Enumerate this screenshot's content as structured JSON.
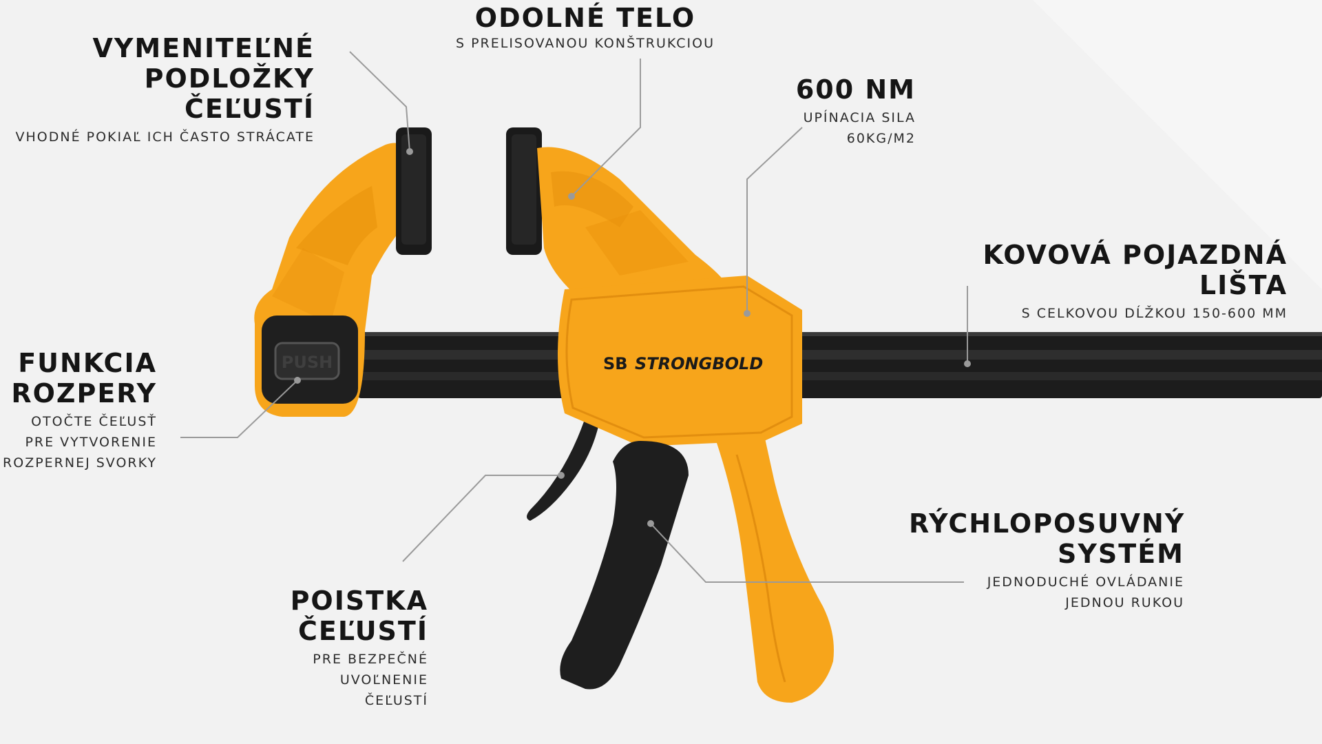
{
  "colors": {
    "background": "#f6f6f6",
    "tool_orange": "#f7a51b",
    "tool_black": "#1f1f1f",
    "leader_lines": "#9a9a9a",
    "text": "#151515"
  },
  "brand": {
    "logo_text": "STRONGBOLD",
    "logo_mark": "SB",
    "button_text": "PUSH"
  },
  "callouts": {
    "pads": {
      "title": "VYMENITEĽNÉ\nPODLOŽKY ČEĽUSTÍ",
      "sub": "VHODNÉ POKIAĽ ICH ČASTO STRÁCATE"
    },
    "body": {
      "title": "ODOLNÉ TELO",
      "sub": "S PRELISOVANOU KONŠTRUKCIOU"
    },
    "force": {
      "title": "600 NM",
      "sub": "UPÍNACIA SILA\n60KG/M2"
    },
    "bar": {
      "title": "KOVOVÁ POJAZDNÁ LIŠTA",
      "sub": "S CELKOVOU DĹŽKOU 150-600 MM"
    },
    "spreader": {
      "title": "FUNKCIA\nROZPERY",
      "sub": "OTOČTE ČEĽUSŤ\nPRE VYTVORENIE\nROZPERNEJ SVORKY"
    },
    "quick": {
      "title": "RÝCHLOPOSUVNÝ\nSYSTÉM",
      "sub": "JEDNODUCHÉ OVLÁDANIE\nJEDNOU RUKOU"
    },
    "lock": {
      "title": "POISTKA\nČEĽUSTÍ",
      "sub": "PRE BEZPEČNÉ\nUVOĽNENIE\nČEĽUSTÍ"
    }
  }
}
